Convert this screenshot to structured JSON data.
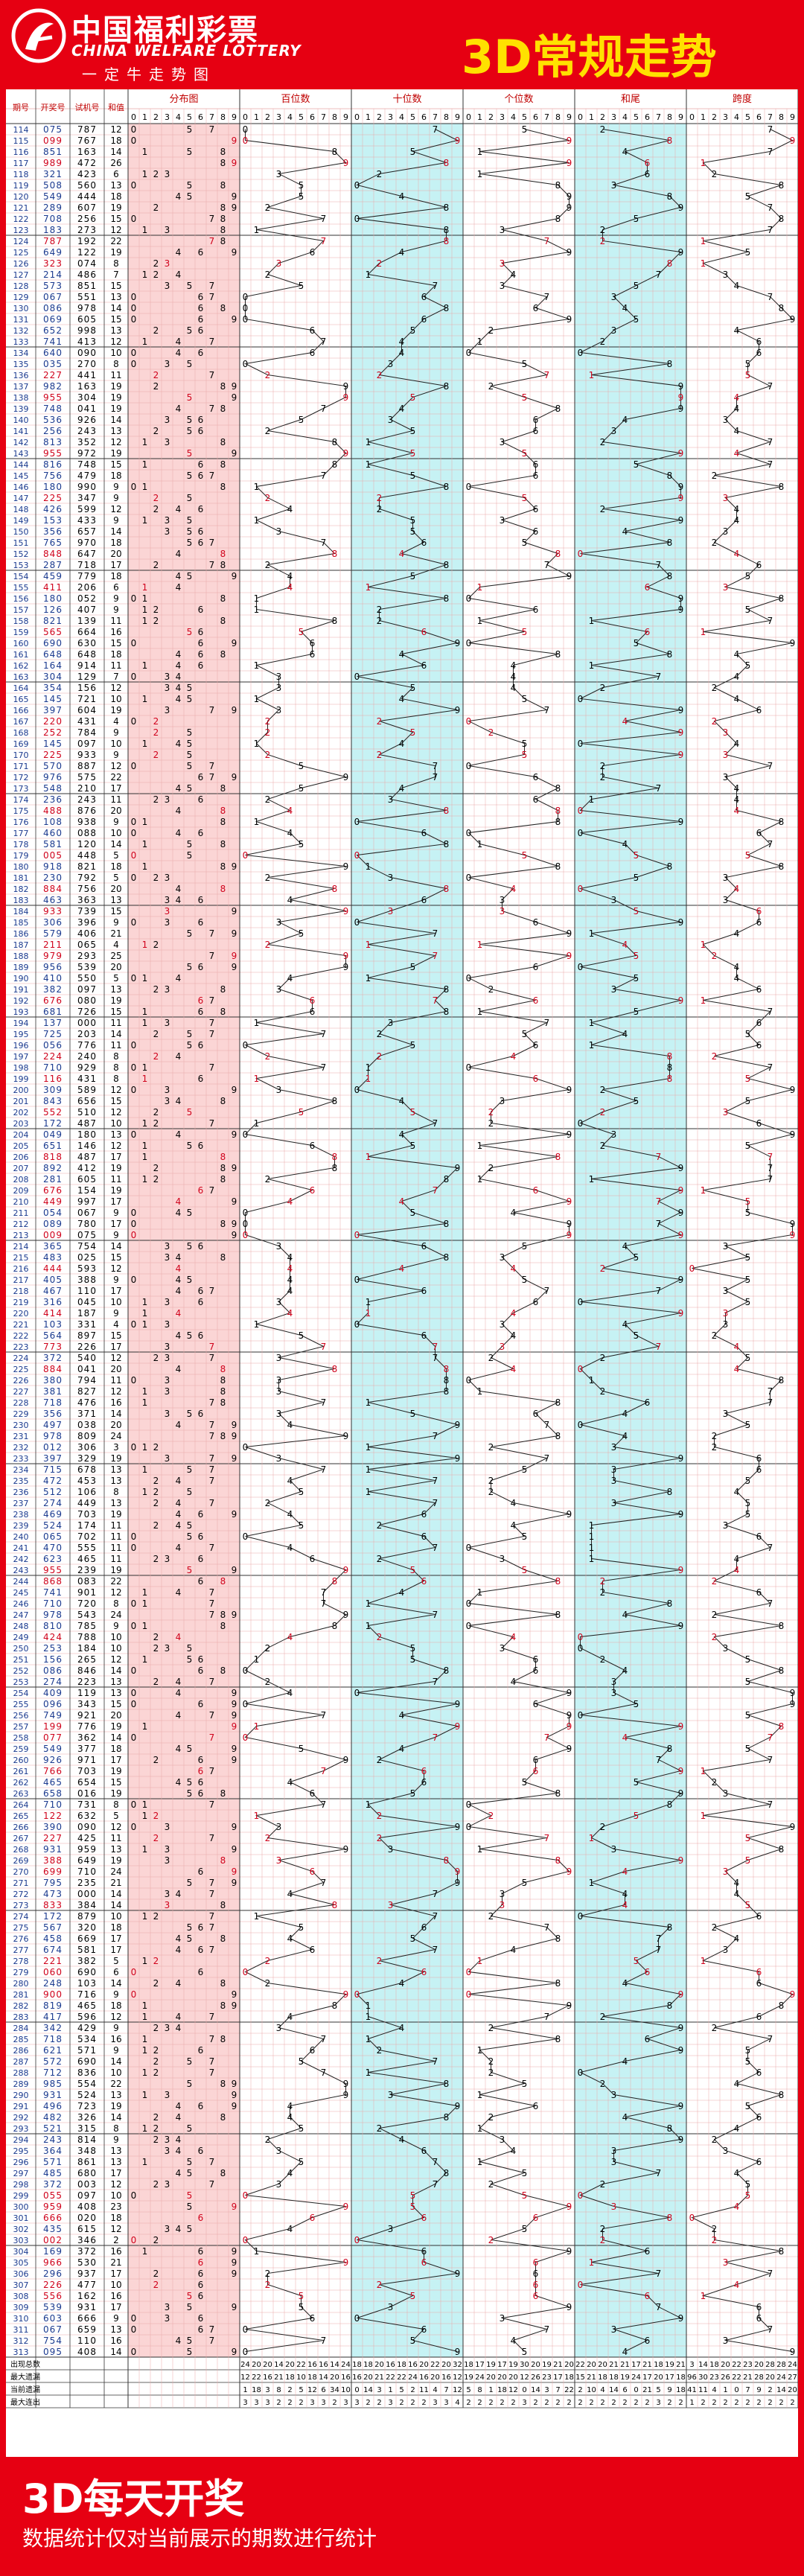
{
  "header": {
    "logo_cn": "中国福利彩票",
    "logo_en": "CHINA WELFARE LOTTERY",
    "logo_sub": "一定牛走势图",
    "title": "3D常规走势"
  },
  "footer": {
    "title": "3D每天开奖",
    "note": "数据统计仅对当前展示的期数进行统计"
  },
  "colors": {
    "brand_red": "#e60012",
    "title_yellow": "#ffe100",
    "pink_zone": "#fbd5d5",
    "cyan_zone": "#c6f2f4",
    "header_text": "#c00000"
  },
  "chart_data": {
    "type": "table",
    "columns": {
      "issue": "期号",
      "draw": "开奖号",
      "trial": "试机号",
      "sum": "和值",
      "distribution": "分布图",
      "hundreds": "百位数",
      "tens": "十位数",
      "units": "个位数",
      "tail": "和尾",
      "span": "跨度"
    },
    "digits": [
      "0",
      "1",
      "2",
      "3",
      "4",
      "5",
      "6",
      "7",
      "8",
      "9"
    ],
    "rows": [
      [
        "114",
        "075",
        "787"
      ],
      [
        "115",
        "099",
        "767"
      ],
      [
        "116",
        "851",
        "163"
      ],
      [
        "117",
        "989",
        "472"
      ],
      [
        "118",
        "321",
        "423"
      ],
      [
        "119",
        "508",
        "560"
      ],
      [
        "120",
        "549",
        "444"
      ],
      [
        "121",
        "289",
        "607"
      ],
      [
        "122",
        "708",
        "256"
      ],
      [
        "123",
        "183",
        "273"
      ],
      [
        "124",
        "787",
        "192"
      ],
      [
        "125",
        "649",
        "122"
      ],
      [
        "126",
        "323",
        "074"
      ],
      [
        "127",
        "214",
        "486"
      ],
      [
        "128",
        "573",
        "851"
      ],
      [
        "129",
        "067",
        "551"
      ],
      [
        "130",
        "086",
        "978"
      ],
      [
        "131",
        "069",
        "605"
      ],
      [
        "132",
        "652",
        "998"
      ],
      [
        "133",
        "741",
        "413"
      ],
      [
        "134",
        "640",
        "090"
      ],
      [
        "135",
        "035",
        "270"
      ],
      [
        "136",
        "227",
        "441"
      ],
      [
        "137",
        "982",
        "163"
      ],
      [
        "138",
        "955",
        "304"
      ],
      [
        "139",
        "748",
        "041"
      ],
      [
        "140",
        "536",
        "926"
      ],
      [
        "141",
        "256",
        "243"
      ],
      [
        "142",
        "813",
        "352"
      ],
      [
        "143",
        "955",
        "972"
      ],
      [
        "144",
        "816",
        "748"
      ],
      [
        "145",
        "756",
        "479"
      ],
      [
        "146",
        "180",
        "990"
      ],
      [
        "147",
        "225",
        "347"
      ],
      [
        "148",
        "426",
        "599"
      ],
      [
        "149",
        "153",
        "433"
      ],
      [
        "150",
        "356",
        "657"
      ],
      [
        "151",
        "765",
        "970"
      ],
      [
        "152",
        "848",
        "647"
      ],
      [
        "153",
        "287",
        "718"
      ],
      [
        "154",
        "459",
        "779"
      ],
      [
        "155",
        "411",
        "206"
      ],
      [
        "156",
        "180",
        "052"
      ],
      [
        "157",
        "126",
        "407"
      ],
      [
        "158",
        "821",
        "139"
      ],
      [
        "159",
        "565",
        "664"
      ],
      [
        "160",
        "690",
        "630"
      ],
      [
        "161",
        "648",
        "648"
      ],
      [
        "162",
        "164",
        "914"
      ],
      [
        "163",
        "304",
        "129"
      ],
      [
        "164",
        "354",
        "156"
      ],
      [
        "165",
        "145",
        "721"
      ],
      [
        "166",
        "397",
        "604"
      ],
      [
        "167",
        "220",
        "431"
      ],
      [
        "168",
        "252",
        "784"
      ],
      [
        "169",
        "145",
        "097"
      ],
      [
        "170",
        "225",
        "933"
      ],
      [
        "171",
        "570",
        "887"
      ],
      [
        "172",
        "976",
        "575"
      ],
      [
        "173",
        "548",
        "210"
      ],
      [
        "174",
        "236",
        "243"
      ],
      [
        "175",
        "488",
        "876"
      ],
      [
        "176",
        "108",
        "938"
      ],
      [
        "177",
        "460",
        "088"
      ],
      [
        "178",
        "581",
        "120"
      ],
      [
        "179",
        "005",
        "448"
      ],
      [
        "180",
        "918",
        "821"
      ],
      [
        "181",
        "230",
        "792"
      ],
      [
        "182",
        "884",
        "756"
      ],
      [
        "183",
        "463",
        "363"
      ],
      [
        "184",
        "933",
        "739"
      ],
      [
        "185",
        "306",
        "396"
      ],
      [
        "186",
        "579",
        "406"
      ],
      [
        "187",
        "211",
        "065"
      ],
      [
        "188",
        "979",
        "293"
      ],
      [
        "189",
        "956",
        "539"
      ],
      [
        "190",
        "410",
        "550"
      ],
      [
        "191",
        "382",
        "097"
      ],
      [
        "192",
        "676",
        "080"
      ],
      [
        "193",
        "681",
        "726"
      ],
      [
        "194",
        "137",
        "000"
      ],
      [
        "195",
        "725",
        "203"
      ],
      [
        "196",
        "056",
        "776"
      ],
      [
        "197",
        "224",
        "240"
      ],
      [
        "198",
        "710",
        "929"
      ],
      [
        "199",
        "116",
        "431"
      ],
      [
        "200",
        "309",
        "589"
      ],
      [
        "201",
        "843",
        "656"
      ],
      [
        "202",
        "552",
        "510"
      ],
      [
        "203",
        "172",
        "487"
      ],
      [
        "204",
        "049",
        "180"
      ],
      [
        "205",
        "651",
        "146"
      ],
      [
        "206",
        "818",
        "487"
      ],
      [
        "207",
        "892",
        "412"
      ],
      [
        "208",
        "281",
        "605"
      ],
      [
        "209",
        "676",
        "154"
      ],
      [
        "210",
        "449",
        "997"
      ],
      [
        "211",
        "054",
        "067"
      ],
      [
        "212",
        "089",
        "780"
      ],
      [
        "213",
        "009",
        "075"
      ],
      [
        "214",
        "365",
        "754"
      ],
      [
        "215",
        "483",
        "025"
      ],
      [
        "216",
        "444",
        "593"
      ],
      [
        "217",
        "405",
        "388"
      ],
      [
        "218",
        "467",
        "110"
      ],
      [
        "219",
        "316",
        "045"
      ],
      [
        "220",
        "414",
        "187"
      ],
      [
        "221",
        "103",
        "331"
      ],
      [
        "222",
        "564",
        "897"
      ],
      [
        "223",
        "773",
        "226"
      ],
      [
        "224",
        "372",
        "540"
      ],
      [
        "225",
        "884",
        "041"
      ],
      [
        "226",
        "380",
        "794"
      ],
      [
        "227",
        "381",
        "827"
      ],
      [
        "228",
        "718",
        "476"
      ],
      [
        "229",
        "356",
        "371"
      ],
      [
        "230",
        "497",
        "038"
      ],
      [
        "231",
        "978",
        "809"
      ],
      [
        "232",
        "012",
        "306"
      ],
      [
        "233",
        "397",
        "329"
      ],
      [
        "234",
        "715",
        "678"
      ],
      [
        "235",
        "472",
        "453"
      ],
      [
        "236",
        "512",
        "106"
      ],
      [
        "237",
        "274",
        "449"
      ],
      [
        "238",
        "469",
        "703"
      ],
      [
        "239",
        "524",
        "174"
      ],
      [
        "240",
        "065",
        "702"
      ],
      [
        "241",
        "470",
        "555"
      ],
      [
        "242",
        "623",
        "465"
      ],
      [
        "243",
        "955",
        "239"
      ],
      [
        "244",
        "868",
        "083"
      ],
      [
        "245",
        "741",
        "901"
      ],
      [
        "246",
        "710",
        "720"
      ],
      [
        "247",
        "978",
        "543"
      ],
      [
        "248",
        "810",
        "785"
      ],
      [
        "249",
        "424",
        "788"
      ],
      [
        "250",
        "253",
        "184"
      ],
      [
        "251",
        "156",
        "265"
      ],
      [
        "252",
        "086",
        "846"
      ],
      [
        "253",
        "274",
        "223"
      ],
      [
        "254",
        "409",
        "119"
      ],
      [
        "255",
        "096",
        "343"
      ],
      [
        "256",
        "749",
        "921"
      ],
      [
        "257",
        "199",
        "776"
      ],
      [
        "258",
        "077",
        "362"
      ],
      [
        "259",
        "549",
        "377"
      ],
      [
        "260",
        "926",
        "971"
      ],
      [
        "261",
        "766",
        "703"
      ],
      [
        "262",
        "465",
        "654"
      ],
      [
        "263",
        "658",
        "016"
      ],
      [
        "264",
        "710",
        "731"
      ],
      [
        "265",
        "122",
        "632"
      ],
      [
        "266",
        "390",
        "090"
      ],
      [
        "267",
        "227",
        "425"
      ],
      [
        "268",
        "931",
        "959"
      ],
      [
        "269",
        "388",
        "649"
      ],
      [
        "270",
        "699",
        "710"
      ],
      [
        "271",
        "795",
        "235"
      ],
      [
        "272",
        "473",
        "000"
      ],
      [
        "273",
        "833",
        "384"
      ],
      [
        "274",
        "172",
        "879"
      ],
      [
        "275",
        "567",
        "320"
      ],
      [
        "276",
        "458",
        "669"
      ],
      [
        "277",
        "674",
        "581"
      ],
      [
        "278",
        "221",
        "382"
      ],
      [
        "279",
        "060",
        "690"
      ],
      [
        "280",
        "248",
        "103"
      ],
      [
        "281",
        "900",
        "716"
      ],
      [
        "282",
        "819",
        "465"
      ],
      [
        "283",
        "417",
        "596"
      ],
      [
        "284",
        "342",
        "429"
      ],
      [
        "285",
        "718",
        "534"
      ],
      [
        "286",
        "621",
        "571"
      ],
      [
        "287",
        "572",
        "690"
      ],
      [
        "288",
        "712",
        "836"
      ],
      [
        "289",
        "985",
        "554"
      ],
      [
        "290",
        "931",
        "524"
      ],
      [
        "291",
        "496",
        "723"
      ],
      [
        "292",
        "482",
        "326"
      ],
      [
        "293",
        "521",
        "315"
      ],
      [
        "294",
        "243",
        "814"
      ],
      [
        "295",
        "364",
        "348"
      ],
      [
        "296",
        "571",
        "861"
      ],
      [
        "297",
        "485",
        "680"
      ],
      [
        "298",
        "372",
        "003"
      ],
      [
        "299",
        "055",
        "097"
      ],
      [
        "300",
        "959",
        "408"
      ],
      [
        "301",
        "666",
        "020"
      ],
      [
        "302",
        "435",
        "615"
      ],
      [
        "303",
        "002",
        "346"
      ],
      [
        "304",
        "169",
        "372"
      ],
      [
        "305",
        "966",
        "530"
      ],
      [
        "306",
        "296",
        "937"
      ],
      [
        "307",
        "226",
        "477"
      ],
      [
        "308",
        "556",
        "162"
      ],
      [
        "309",
        "539",
        "931"
      ],
      [
        "310",
        "603",
        "666"
      ],
      [
        "311",
        "067",
        "659"
      ],
      [
        "312",
        "754",
        "110"
      ],
      [
        "313",
        "095",
        "408"
      ]
    ],
    "stats_labels": [
      "出现总数",
      "最大遗漏",
      "当前遗漏",
      "最大连出"
    ],
    "stats": {
      "hundreds": [
        [
          24,
          20,
          20,
          14,
          20,
          22,
          16,
          16,
          14,
          24
        ],
        [
          12,
          22,
          16,
          21,
          18,
          10,
          18,
          14,
          20,
          16
        ],
        [
          1,
          18,
          3,
          8,
          2,
          5,
          12,
          6,
          34,
          10
        ],
        [
          3,
          3,
          3,
          2,
          2,
          2,
          3,
          3,
          2,
          3
        ]
      ],
      "tens": [
        [
          18,
          18,
          20,
          16,
          18,
          16,
          20,
          22,
          20,
          32
        ],
        [
          16,
          20,
          21,
          22,
          22,
          24,
          16,
          20,
          16,
          12
        ],
        [
          0,
          14,
          3,
          1,
          5,
          2,
          11,
          4,
          7,
          12
        ],
        [
          3,
          2,
          2,
          3,
          2,
          2,
          2,
          3,
          3,
          4
        ]
      ],
      "units": [
        [
          18,
          17,
          19,
          17,
          19,
          30,
          20,
          19,
          21,
          20
        ],
        [
          19,
          24,
          20,
          20,
          20,
          12,
          26,
          23,
          17,
          18
        ],
        [
          5,
          8,
          1,
          18,
          12,
          0,
          14,
          3,
          7,
          22
        ],
        [
          2,
          2,
          2,
          2,
          2,
          3,
          2,
          2,
          2,
          2
        ]
      ],
      "tail": [
        [
          22,
          20,
          20,
          21,
          21,
          17,
          21,
          18,
          19,
          21
        ],
        [
          15,
          21,
          18,
          18,
          19,
          24,
          17,
          20,
          17,
          18
        ],
        [
          2,
          10,
          4,
          14,
          6,
          0,
          21,
          5,
          9,
          18
        ],
        [
          2,
          2,
          2,
          2,
          2,
          2,
          2,
          3,
          2,
          2
        ]
      ],
      "span": [
        [
          3,
          14,
          18,
          20,
          22,
          23,
          20,
          28,
          28,
          24
        ],
        [
          96,
          30,
          23,
          26,
          22,
          21,
          28,
          20,
          24,
          27
        ],
        [
          41,
          11,
          4,
          1,
          0,
          7,
          9,
          2,
          14,
          20
        ],
        [
          1,
          2,
          2,
          2,
          2,
          2,
          2,
          2,
          2,
          2
        ]
      ]
    }
  }
}
